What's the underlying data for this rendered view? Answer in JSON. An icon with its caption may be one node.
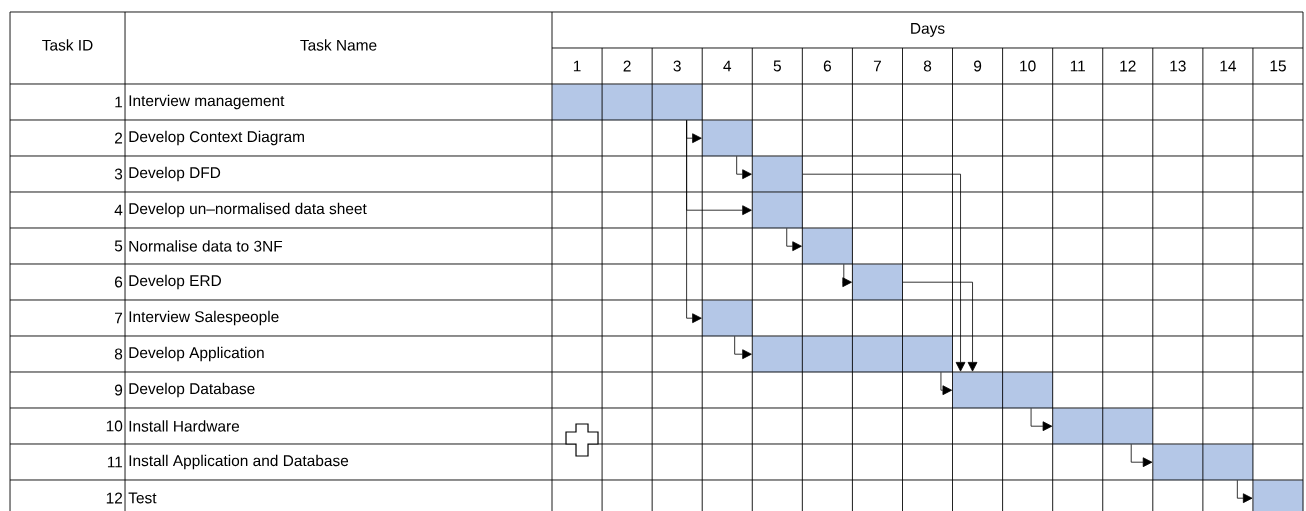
{
  "diagram": {
    "nodes": [
      {
        "text": [],
        "shape": "bar"
      },
      {
        "text": [],
        "shape": "bar"
      },
      {
        "text": [],
        "shape": "bar"
      },
      {
        "text": [],
        "shape": "bar"
      },
      {
        "text": [],
        "shape": "bar"
      },
      {
        "text": [],
        "shape": "bar"
      },
      {
        "text": [],
        "shape": "bar"
      },
      {
        "text": [],
        "shape": "bar"
      },
      {
        "text": [],
        "shape": "bar"
      },
      {
        "text": [],
        "shape": "bar"
      },
      {
        "text": [],
        "shape": "bar"
      },
      {
        "text": [],
        "shape": "bar"
      }
    ],
    "edges": [
      {
        "from": 0,
        "to": 1,
        "arrow": "to"
      },
      {
        "from": 0,
        "to": 3,
        "arrow": "to"
      },
      {
        "from": 0,
        "to": 6,
        "arrow": "to"
      },
      {
        "from": 1,
        "to": 2,
        "arrow": "to"
      },
      {
        "from": 2,
        "to": 8,
        "arrow": "to"
      },
      {
        "from": 3,
        "to": 4,
        "arrow": "to"
      },
      {
        "from": 4,
        "to": 5,
        "arrow": "to"
      },
      {
        "from": 5,
        "to": 8,
        "arrow": "to"
      },
      {
        "from": 6,
        "to": 7,
        "arrow": "to"
      },
      {
        "from": 7,
        "to": 8,
        "arrow": "to"
      },
      {
        "from": 8,
        "to": 9,
        "arrow": "to"
      },
      {
        "from": 9,
        "to": 10,
        "arrow": "to"
      },
      {
        "from": 10,
        "to": 11,
        "arrow": "to"
      }
    ],
    "labels": [
      "Task ID",
      "Task Name",
      "Days",
      "1",
      "2",
      "3",
      "4",
      "5",
      "6",
      "7",
      "8",
      "9",
      "10",
      "11",
      "12",
      "13",
      "14",
      "15",
      "1",
      "Interview management",
      "2",
      "Develop Context Diagram",
      "3",
      "Develop DFD",
      "4",
      "Develop un–normalised data sheet",
      "5",
      "Normalise data to 3NF",
      "6",
      "Develop ERD",
      "7",
      "Interview Salespeople",
      "8",
      "Develop Application",
      "9",
      "Develop Database",
      "10",
      "Install Hardware",
      "11",
      "Install Application and Database",
      "12",
      "Test"
    ]
  }
}
